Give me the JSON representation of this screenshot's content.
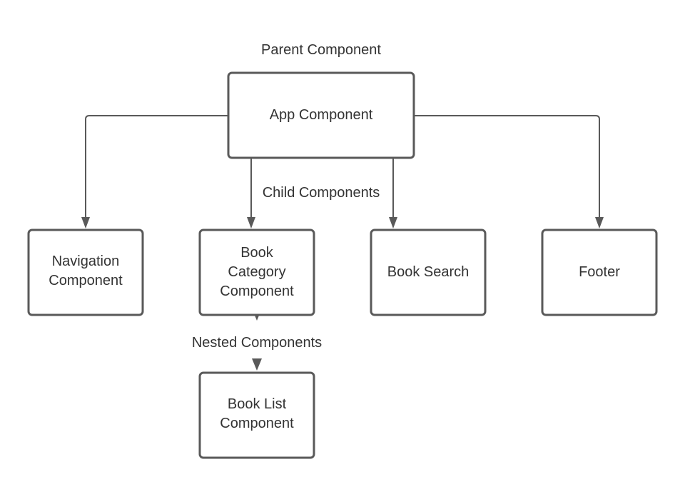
{
  "labels": {
    "parent": "Parent Component",
    "child": "Child Components",
    "nested": "Nested Components"
  },
  "nodes": {
    "app": {
      "lines": [
        "App Component"
      ]
    },
    "navigation": {
      "lines": [
        "Navigation",
        "Component"
      ]
    },
    "book_category": {
      "lines": [
        "Book",
        "Category",
        "Component"
      ]
    },
    "book_search": {
      "lines": [
        "Book Search"
      ]
    },
    "footer": {
      "lines": [
        "Footer"
      ]
    },
    "book_list": {
      "lines": [
        "Book List",
        "Component"
      ]
    }
  },
  "colors": {
    "stroke": "#595959",
    "text": "#333333",
    "background": "#ffffff"
  }
}
